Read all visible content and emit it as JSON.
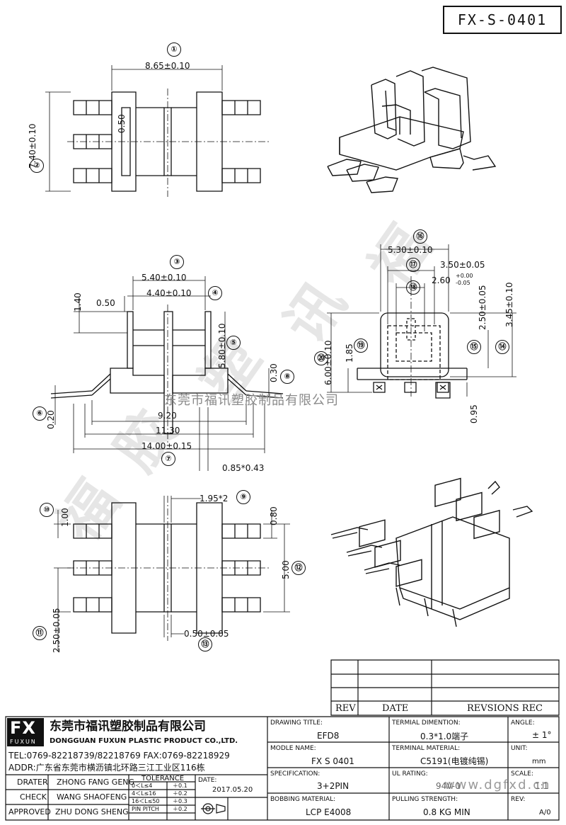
{
  "drawing_number": "FX-S-0401",
  "dimensions": {
    "d1": "8.65±0.10",
    "d2": "7.40±0.10",
    "d050a": "0.50",
    "d3": "5.40±0.10",
    "d4": "4.40±0.10",
    "d140": "1.40",
    "d050b": "0.50",
    "d5": "5.80±0.10",
    "d8": "0.30",
    "d6": "0.20",
    "d920": "9.20",
    "d1130": "11.30",
    "d7": "14.00±0.15",
    "d085": "0.85*0.43",
    "d16": "5.30±0.10",
    "d17": "3.50±0.05",
    "d18_base": "2.60",
    "d18_tol_up": "+0.00",
    "d18_tol_dn": "-0.05",
    "d250a": "2.50±0.05",
    "d345": "3.45±0.10",
    "d20": "6.00±0.10",
    "d185": "1.85",
    "d095": "0.95",
    "d9": "1.95*2",
    "d100": "1.00",
    "d080": "0.80",
    "d12": "5.00",
    "d11": "2.50±0.05",
    "d13": "0.50±0.05"
  },
  "callouts": [
    "①",
    "②",
    "③",
    "④",
    "⑤",
    "⑥",
    "⑦",
    "⑧",
    "⑨",
    "⑩",
    "⑪",
    "⑫",
    "⑬",
    "⑭",
    "⑮",
    "⑯",
    "⑰",
    "⑱",
    "⑲",
    "⑳"
  ],
  "watermark_text": "东莞市福讯塑胶制品有限公司",
  "watermark_url": "www.dgfxd.cn",
  "revision_table": {
    "headers": [
      "REV",
      "DATE",
      "REVSIONS REC"
    ]
  },
  "company": {
    "logo": "FX",
    "logo_sub": "FUXUN",
    "name_cn": "东莞市福讯塑胶制品有限公司",
    "name_en": "DONGGUAN FUXUN PLASTIC PRODUCT CO.,LTD.",
    "tel": "TEL:0769-82218739/82218769 FAX:0769-82218929",
    "addr": "ADDR:广东省东莞市横沥镇北环路三江工业区116栋"
  },
  "title_block": {
    "drawing_title_lbl": "DRAWING TITLE:",
    "drawing_title": "EFD8",
    "terminal_dim_lbl": "TERMIAL DIMENTION:",
    "terminal_dim": "0.3*1.0端子",
    "angle_lbl": "ANGLE:",
    "angle": "± 1°",
    "model_lbl": "MODLE NAME:",
    "model": "FX S 0401",
    "terminal_mat_lbl": "TERMINAL MATERIAL:",
    "terminal_mat": "C5191(电镀纯锡)",
    "unit_lbl": "UNIT:",
    "unit": "mm",
    "spec_lbl": "SPECIFICATION:",
    "spec": "3+2PIN",
    "ul_lbl": "UL RATING:",
    "ul": "94V-0",
    "scale_lbl": "SCALE:",
    "scale": "1:1",
    "bobbin_lbl": "BOBBING MATERIAL:",
    "bobbin": "LCP E4008",
    "pull_lbl": "PULLING STRENGTH:",
    "pull": "0.8 KG MIN",
    "rev_lbl": "REV:",
    "rev": "A/0"
  },
  "signoff": [
    {
      "role": "DRATER",
      "name": "ZHONG FANG GENG"
    },
    {
      "role": "CHECK",
      "name": "WANG SHAOFENG"
    },
    {
      "role": "APPROVED",
      "name": "ZHU DONG SHENG"
    }
  ],
  "tolerance": {
    "title": "TOLERANCE",
    "rows": [
      {
        "range": "0＜L≤4",
        "tol": "＋0.1"
      },
      {
        "range": "4＜L≤16",
        "tol": "＋0.2"
      },
      {
        "range": "16＜L≤50",
        "tol": "＋0.3"
      },
      {
        "range": "PIN PITCH",
        "tol": "＋0.2"
      }
    ]
  },
  "date_lbl": "DATE:",
  "date": "2017.05.20"
}
